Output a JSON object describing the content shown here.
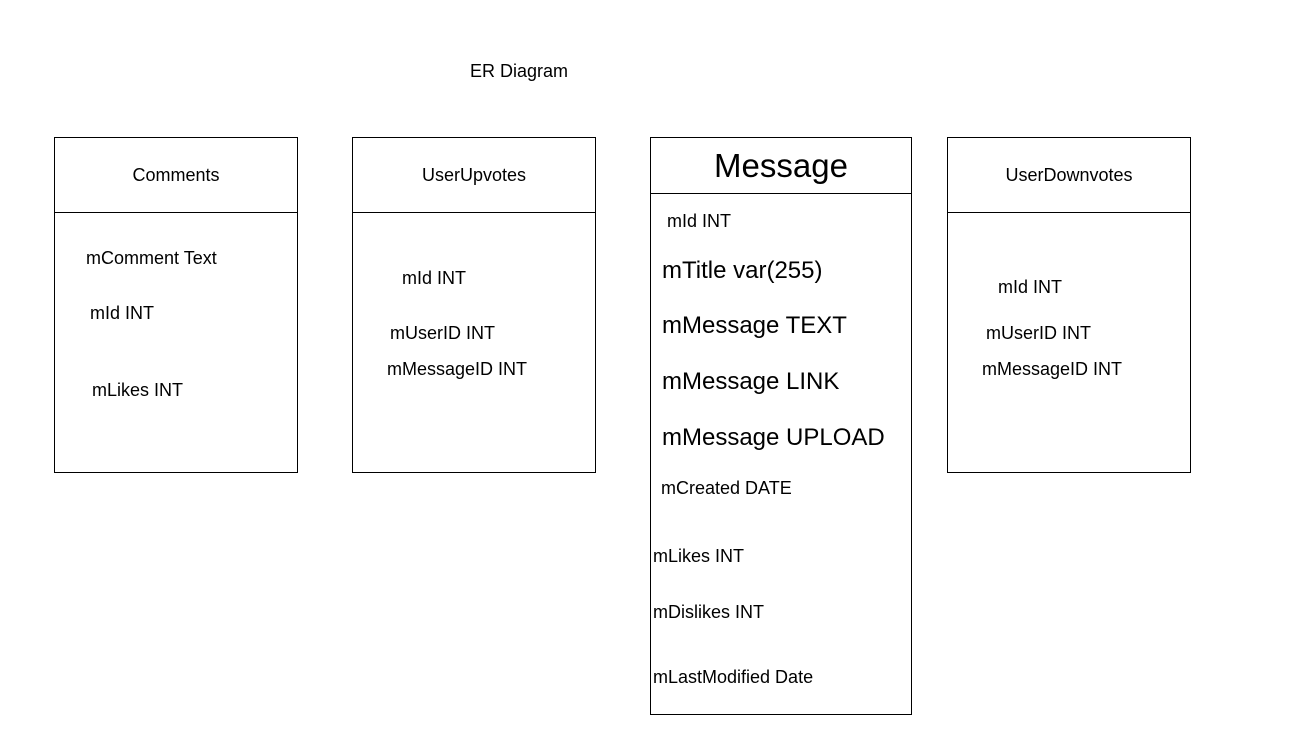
{
  "diagram": {
    "title": "ER Diagram"
  },
  "entities": {
    "comments": {
      "name": "Comments",
      "fields": [
        "mComment Text",
        "mId INT",
        "mLikes INT"
      ]
    },
    "user_upvotes": {
      "name": "UserUpvotes",
      "fields": [
        "mId INT",
        "mUserID INT",
        "mMessageID INT"
      ]
    },
    "message": {
      "name": "Message",
      "fields": [
        "mId INT",
        "mTitle var(255)",
        "mMessage TEXT",
        "mMessage LINK",
        "mMessage UPLOAD",
        "mCreated DATE",
        "mLikes INT",
        "mDislikes INT",
        "mLastModified Date"
      ]
    },
    "user_downvotes": {
      "name": "UserDownvotes",
      "fields": [
        "mId INT",
        "mUserID INT",
        "mMessageID INT"
      ]
    }
  }
}
